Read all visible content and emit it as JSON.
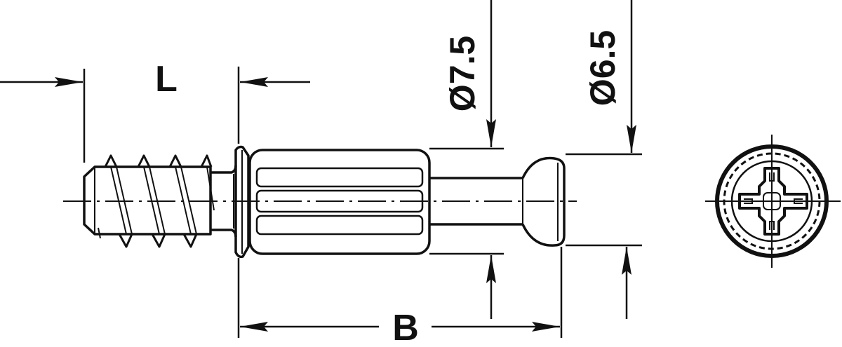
{
  "drawing": {
    "dimension_length": "L",
    "dimension_overall": "B",
    "diameter_sleeve": "Ø7.5",
    "diameter_head": "Ø6.5"
  },
  "colors": {
    "ink": "#111111",
    "background": "#ffffff"
  }
}
